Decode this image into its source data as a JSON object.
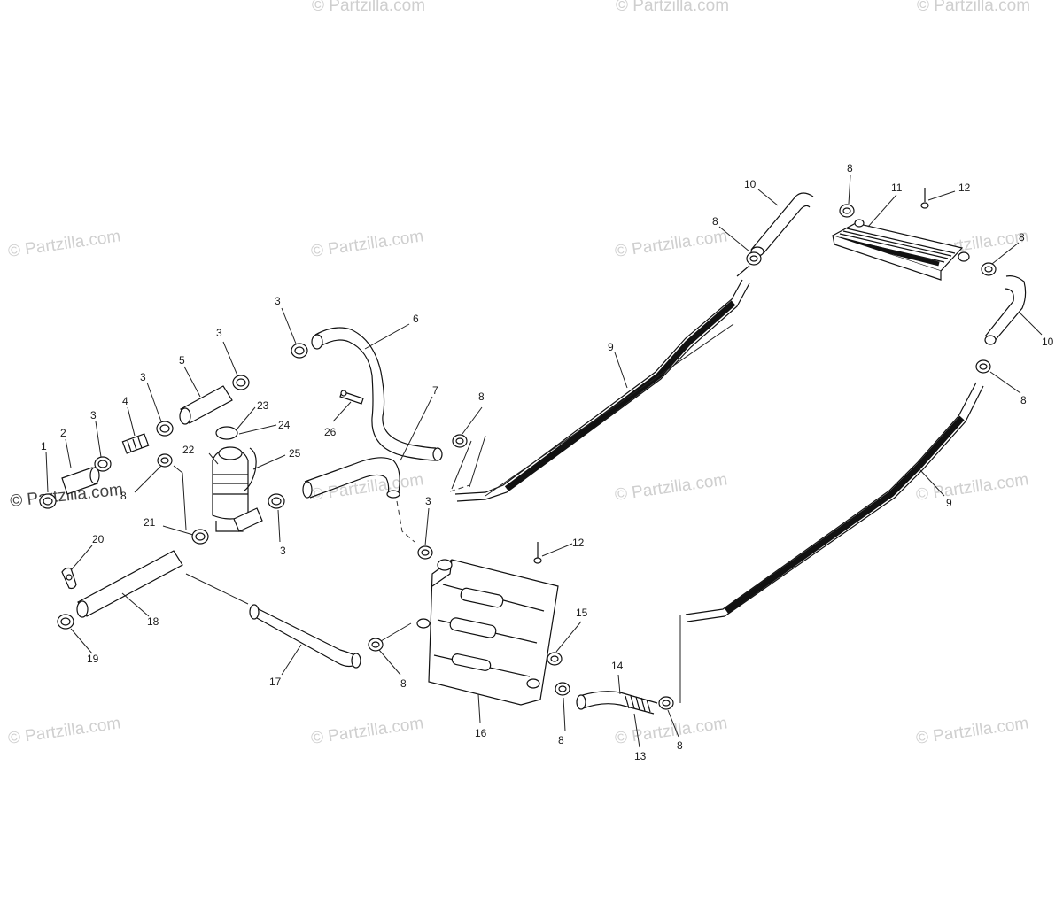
{
  "watermarks": {
    "text": "© Partzilla.com",
    "dark_text": "© Partzilla.com"
  },
  "callouts": [
    {
      "id": "c1",
      "label": "1"
    },
    {
      "id": "c2",
      "label": "2"
    },
    {
      "id": "c3a",
      "label": "3"
    },
    {
      "id": "c4",
      "label": "4"
    },
    {
      "id": "c3b",
      "label": "3"
    },
    {
      "id": "c5",
      "label": "5"
    },
    {
      "id": "c3c",
      "label": "3"
    },
    {
      "id": "c3d",
      "label": "3"
    },
    {
      "id": "c6",
      "label": "6"
    },
    {
      "id": "c23",
      "label": "23"
    },
    {
      "id": "c24",
      "label": "24"
    },
    {
      "id": "c22",
      "label": "22"
    },
    {
      "id": "c25",
      "label": "25"
    },
    {
      "id": "c26",
      "label": "26"
    },
    {
      "id": "c7",
      "label": "7"
    },
    {
      "id": "c8a",
      "label": "8"
    },
    {
      "id": "c8b",
      "label": "8"
    },
    {
      "id": "c21",
      "label": "21"
    },
    {
      "id": "c3e",
      "label": "3"
    },
    {
      "id": "c3f",
      "label": "3"
    },
    {
      "id": "c20",
      "label": "20"
    },
    {
      "id": "c18",
      "label": "18"
    },
    {
      "id": "c19",
      "label": "19"
    },
    {
      "id": "c17",
      "label": "17"
    },
    {
      "id": "c8c",
      "label": "8"
    },
    {
      "id": "c16",
      "label": "16"
    },
    {
      "id": "c12a",
      "label": "12"
    },
    {
      "id": "c15",
      "label": "15"
    },
    {
      "id": "c14",
      "label": "14"
    },
    {
      "id": "c13",
      "label": "13"
    },
    {
      "id": "c8d",
      "label": "8"
    },
    {
      "id": "c8e",
      "label": "8"
    },
    {
      "id": "c9a",
      "label": "9"
    },
    {
      "id": "c10a",
      "label": "10"
    },
    {
      "id": "c8f",
      "label": "8"
    },
    {
      "id": "c8g",
      "label": "8"
    },
    {
      "id": "c11",
      "label": "11"
    },
    {
      "id": "c12b",
      "label": "12"
    },
    {
      "id": "c8h",
      "label": "8"
    },
    {
      "id": "c10b",
      "label": "10"
    },
    {
      "id": "c8i",
      "label": "8"
    },
    {
      "id": "c9b",
      "label": "9"
    }
  ]
}
